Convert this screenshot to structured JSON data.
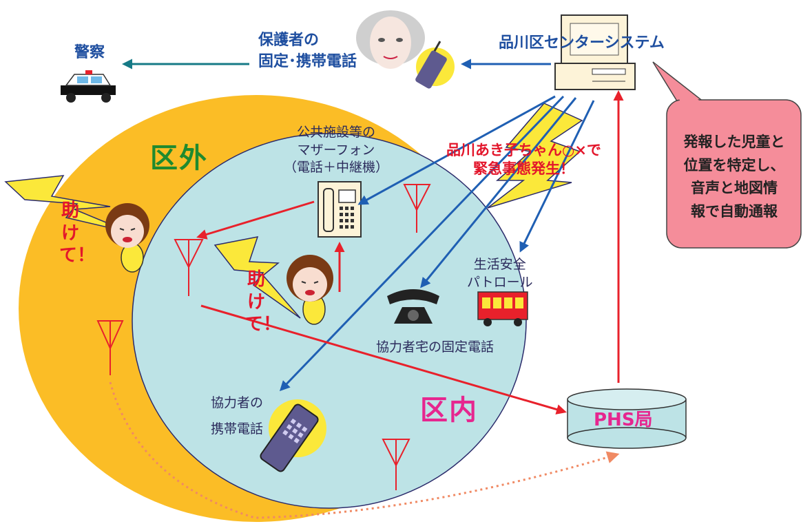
{
  "labels": {
    "police": "警察",
    "guardian_phone": [
      "保護者の",
      "固定･携帯電話"
    ],
    "center_system": "品川区センターシステム",
    "outside_ward": "区外",
    "inside_ward": "区内",
    "mother_phone": [
      "公共施設等の",
      "マザーフォン",
      "（電話＋中継機）"
    ],
    "emergency_alert": [
      "品川あき子ちゃん○×で",
      "緊急事態発生！"
    ],
    "patrol": [
      "生活安全",
      "パトロール"
    ],
    "home_phone": "協力者宅の固定電話",
    "helper_mobile": [
      "協力者の",
      "携帯電話"
    ],
    "help_cry": "助けて！",
    "phs_station": "PHS局",
    "callout": [
      "発報した児童と",
      "位置を特定し、",
      "音声と地図情",
      "報で自動通報"
    ]
  },
  "colors": {
    "outside_ward_fill": "#fbbd26",
    "inside_ward_fill": "#bde3e6",
    "arrow_blue": "#1f5fb3",
    "arrow_red": "#e8212b",
    "arrow_teal": "#167a86",
    "callout_fill": "#f58d9a",
    "bolt_fill": "#fbe83a"
  },
  "icons": [
    "police-car-icon",
    "guardian-face-icon",
    "guardian-mobile-phone-icon",
    "computer-icon",
    "lightning-bolt-icon",
    "antenna-icon",
    "child-crying-icon",
    "mother-phone-icon",
    "home-fixed-phone-icon",
    "patrol-vehicle-icon",
    "helper-mobile-phone-icon",
    "phs-station-icon"
  ]
}
